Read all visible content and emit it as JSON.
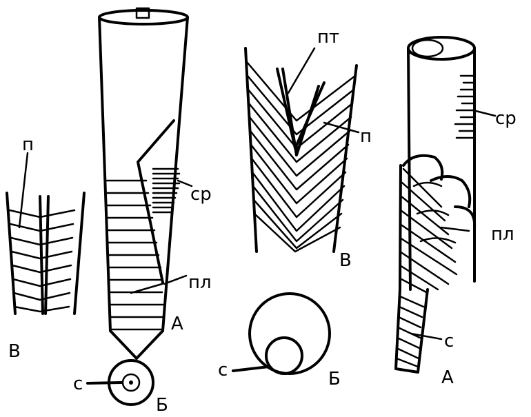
{
  "labels": {
    "left_fig": {
      "p": "п",
      "v": "В"
    },
    "middle_left_fig": {
      "sr": "ср",
      "pl": "пл",
      "a": "А",
      "s": "с",
      "b": "Б"
    },
    "middle_right_fig": {
      "pt": "пт",
      "p": "п",
      "v": "В",
      "s": "с",
      "b": "Б"
    },
    "right_fig": {
      "sr": "ср",
      "pl": "пл",
      "s": "с",
      "a": "А"
    }
  }
}
